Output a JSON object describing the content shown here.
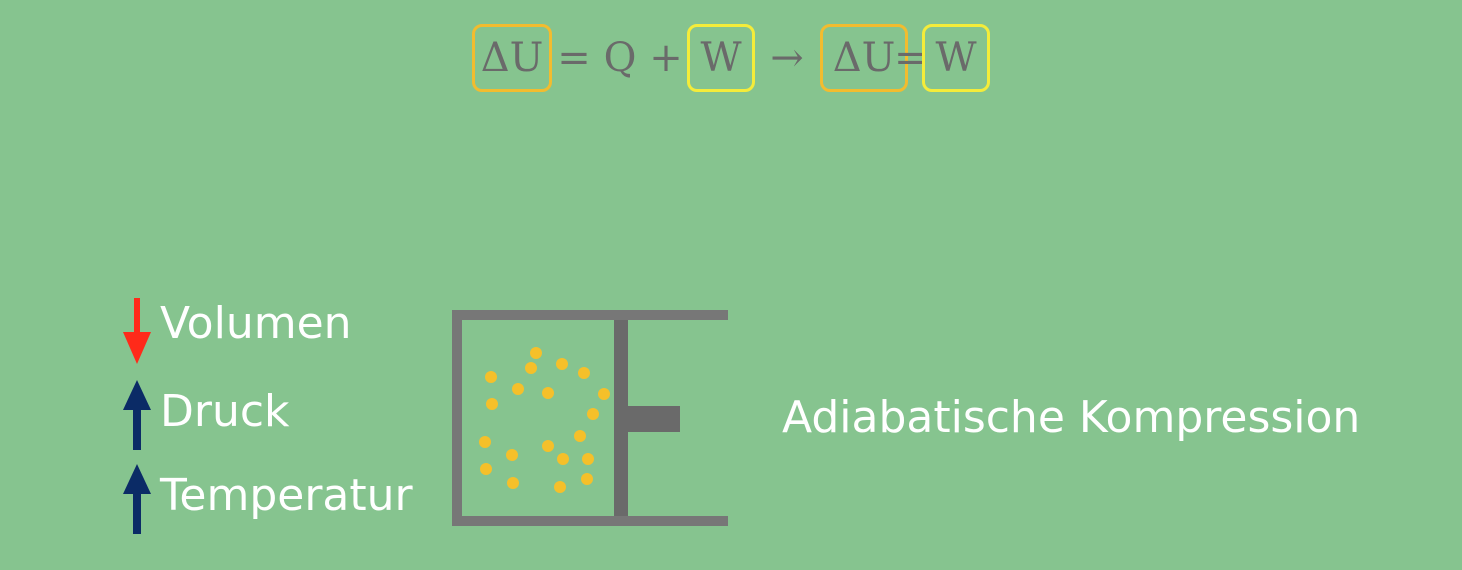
{
  "equation": {
    "delta_u": "ΔU",
    "equals": "=",
    "q": "Q",
    "plus": "+",
    "w": "W",
    "arrow": "→",
    "delta_u_2": "ΔU",
    "equals_2": "=",
    "w_2": "W"
  },
  "properties": [
    {
      "label": "Volumen",
      "direction": "down",
      "arrow_color": "#ff2a1a"
    },
    {
      "label": "Druck",
      "direction": "up",
      "arrow_color": "#0b2b66"
    },
    {
      "label": "Temperatur",
      "direction": "up",
      "arrow_color": "#0b2b66"
    }
  ],
  "caption": "Adiabatische Kompression",
  "colors": {
    "background": "#86c48f",
    "cylinder": "#777777",
    "piston": "#6a6a6a",
    "particles": "#f5c02a",
    "box_orange": "#f2bc2f",
    "box_yellow": "#f4ec3a"
  }
}
